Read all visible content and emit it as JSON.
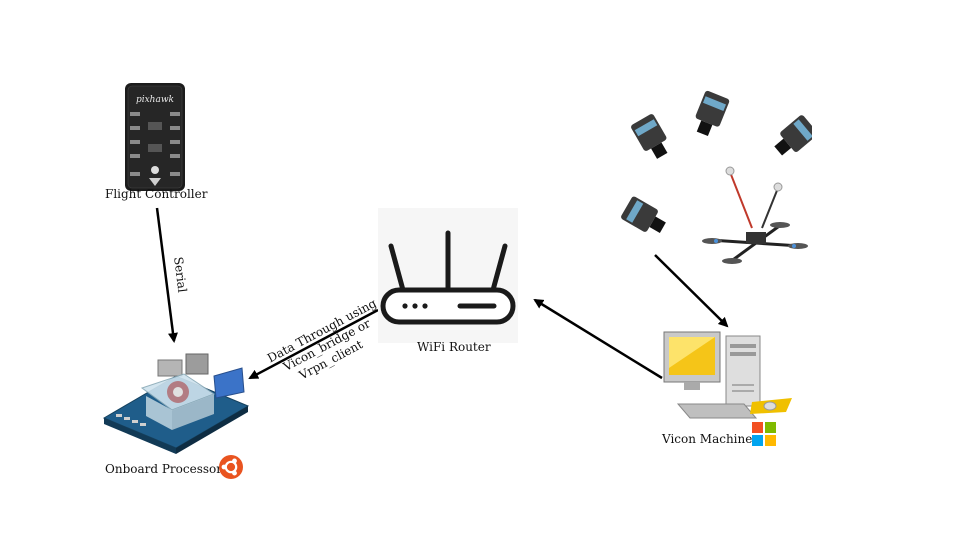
{
  "nodes": {
    "flight_controller": {
      "label": "Flight Controller",
      "board_text": "pixhawk"
    },
    "onboard_processor": {
      "label": "Onboard Processor"
    },
    "wifi_router": {
      "label": "WiFi Router"
    },
    "vicon_machine": {
      "label": "Vicon Machine"
    }
  },
  "edges": {
    "serial": {
      "label": "Serial"
    },
    "data": {
      "lines": [
        "Data Through using",
        "Vicon_bridge or",
        "Vrpn_client"
      ]
    }
  },
  "icons": {
    "ubuntu": "ubuntu-logo",
    "windows": "windows-logo"
  },
  "colors": {
    "ubuntu_orange": "#E95420",
    "windows_red": "#F25022",
    "windows_green": "#7FBA00",
    "windows_blue": "#00A4EF",
    "windows_yellow": "#FFB900",
    "arrow": "#000000"
  }
}
